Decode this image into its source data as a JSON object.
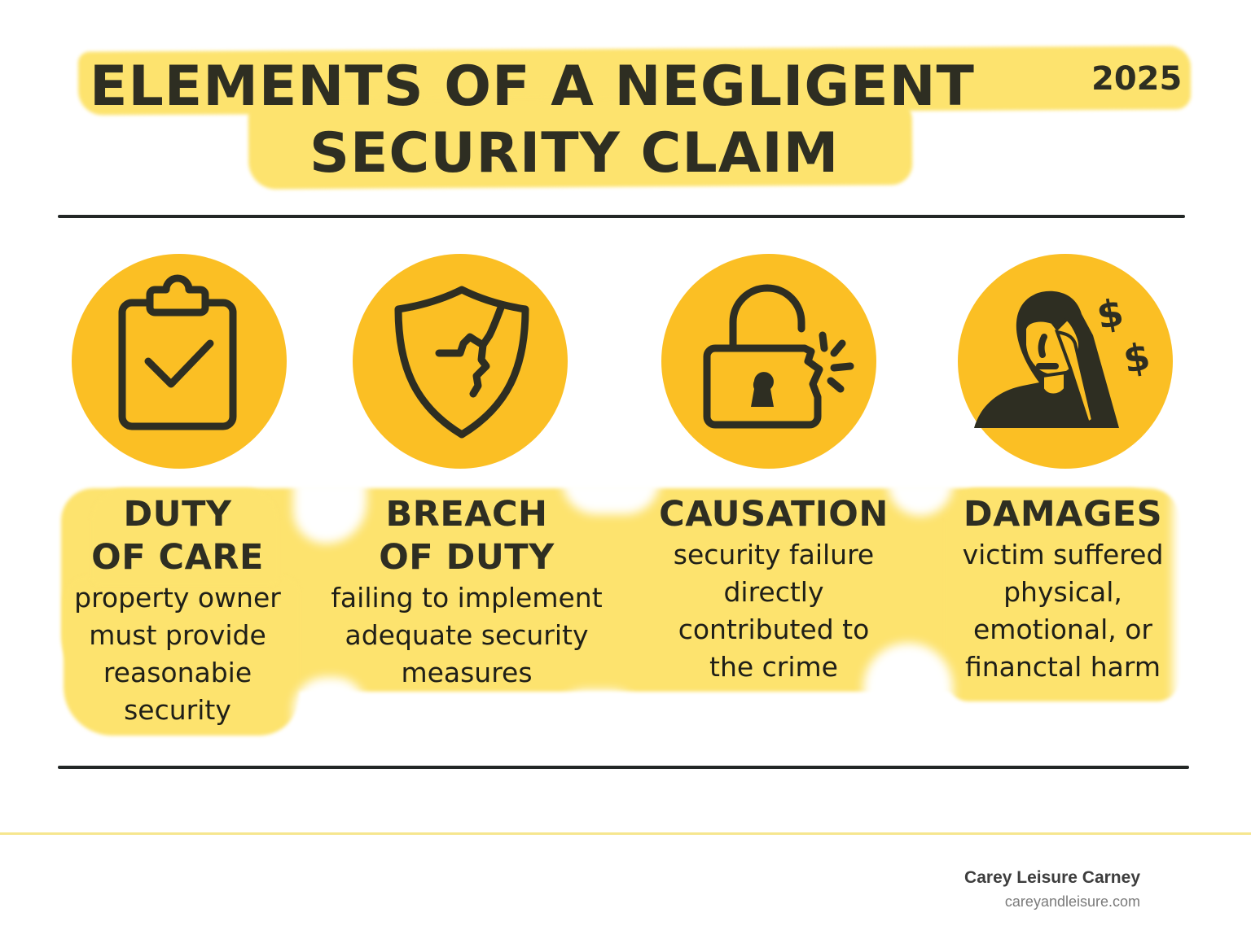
{
  "header": {
    "title_line_1": "ELEMENTS OF A NEGLIGENT",
    "title_line_2": "SECURITY CLAIM",
    "year": "2025"
  },
  "colors": {
    "highlight": "#fde36e",
    "circle": "#fbbf24",
    "ink": "#2e2e22",
    "rule": "#232726",
    "footer_line": "#f6e68f"
  },
  "elements": [
    {
      "icon": "clipboard-check-icon",
      "term_line_1": "DUTY",
      "term_line_2": "OF CARE",
      "desc_lines": [
        "property owner",
        "must provide",
        "reasonabie",
        "security"
      ]
    },
    {
      "icon": "cracked-shield-icon",
      "term_line_1": "BREACH",
      "term_line_2": "OF DUTY",
      "desc_lines": [
        "failing to implement",
        "adequate security",
        "measures"
      ]
    },
    {
      "icon": "broken-padlock-icon",
      "term_line_1": "CAUSATION",
      "term_line_2": "",
      "desc_lines": [
        "security failure",
        "directly",
        "contributed to",
        "the crime"
      ]
    },
    {
      "icon": "distressed-person-money-icon",
      "term_line_1": "DAMAGES",
      "term_line_2": "",
      "desc_lines": [
        "victim suffered",
        "physical,",
        "emotional, or",
        "financtal harm"
      ]
    }
  ],
  "footer": {
    "brand_name": "Carey Leisure Carney",
    "brand_url": "careyandleisure.com"
  }
}
